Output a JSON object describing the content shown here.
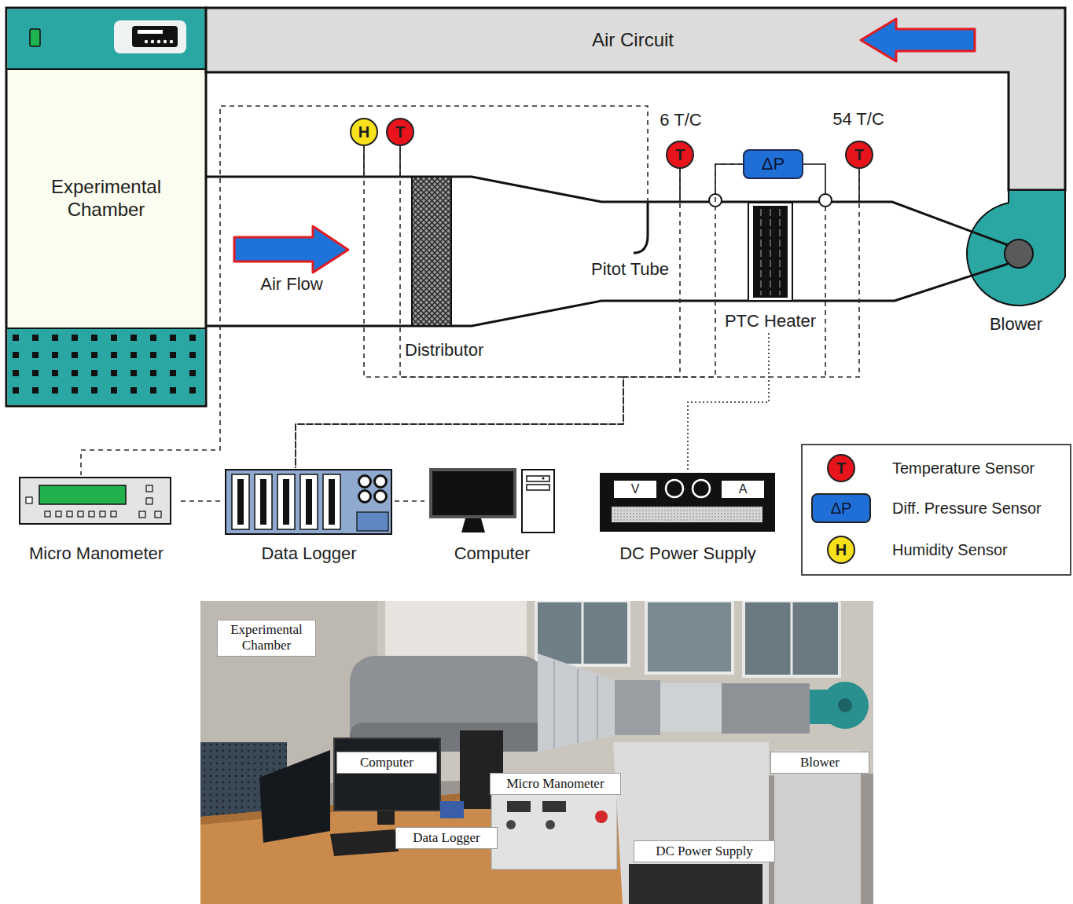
{
  "diagram": {
    "nodes": [
      {
        "text": [
          "Experimental Chamber"
        ]
      },
      {
        "text": [
          "Air Circuit"
        ]
      },
      {
        "text": [
          "H"
        ]
      },
      {
        "text": [
          "T"
        ]
      },
      {
        "text": [
          "T"
        ]
      },
      {
        "text": [
          "ΔP"
        ]
      },
      {
        "text": [
          "T"
        ]
      },
      {
        "text": [
          "Distributor"
        ]
      },
      {
        "text": [
          "Pitot Tube"
        ]
      },
      {
        "text": [
          "PTC Heater"
        ]
      },
      {
        "text": [
          "Blower"
        ]
      },
      {
        "text": [
          "Micro Manometer"
        ]
      },
      {
        "text": [
          "Data Logger"
        ]
      },
      {
        "text": [
          "Computer"
        ]
      },
      {
        "text": [
          "DC Power Supply"
        ]
      },
      {
        "text": [
          "Experimental Chamber"
        ]
      },
      {
        "text": [
          "Computer"
        ]
      },
      {
        "text": [
          "Blower"
        ]
      },
      {
        "text": [
          "Micro Manometer"
        ]
      },
      {
        "text": [
          "Data Logger"
        ]
      },
      {
        "text": [
          "DC Power Supply"
        ]
      }
    ],
    "edges": [
      {
        "from": 8,
        "to": 11,
        "arrow": "none"
      },
      {
        "from": 2,
        "to": 12,
        "arrow": "none"
      },
      {
        "from": 3,
        "to": 12,
        "arrow": "none"
      },
      {
        "from": 4,
        "to": 12,
        "arrow": "none"
      },
      {
        "from": 5,
        "to": 12,
        "arrow": "none"
      },
      {
        "from": 6,
        "to": 12,
        "arrow": "none"
      },
      {
        "from": 11,
        "to": 12,
        "arrow": "none"
      },
      {
        "from": 12,
        "to": 13,
        "arrow": "none"
      },
      {
        "from": 14,
        "to": 9,
        "arrow": "none"
      }
    ],
    "labels": [
      "6 T/C",
      "54 T/C",
      "Air Flow",
      "V",
      "A",
      "T",
      "ΔP",
      "H"
    ],
    "legend": [
      {
        "text": "Temperature Sensor",
        "color": "#e8141b"
      },
      {
        "text": "Diff. Pressure Sensor",
        "color": "#1f6fd6"
      },
      {
        "text": "Humidity Sensor",
        "color": "#f7e11b"
      }
    ]
  }
}
